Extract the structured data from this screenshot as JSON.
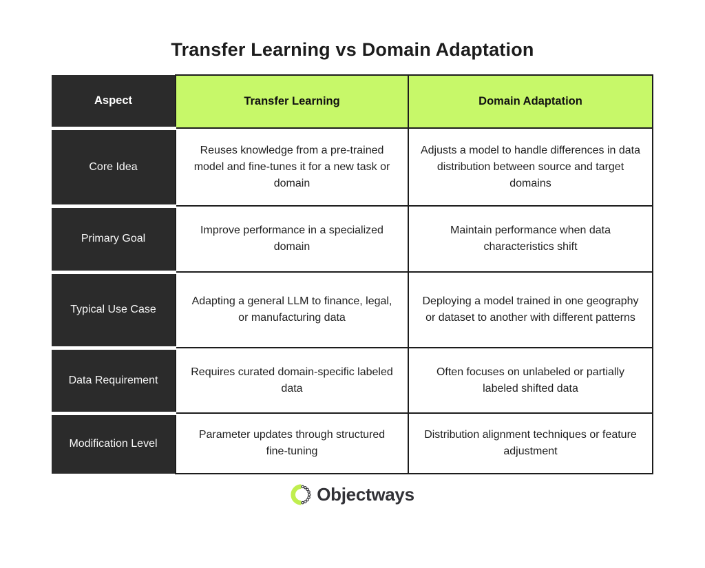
{
  "title": "Transfer Learning vs Domain Adaptation",
  "table": {
    "columns": [
      "Aspect",
      "Transfer Learning",
      "Domain Adaptation"
    ],
    "rows": [
      {
        "aspect": "Core Idea",
        "transfer_learning": "Reuses knowledge from a pre-trained model and fine-tunes it for a new task or domain",
        "domain_adaptation": "Adjusts a model to handle differences in data distribution between source and target domains"
      },
      {
        "aspect": "Primary Goal",
        "transfer_learning": "Improve performance in a specialized domain",
        "domain_adaptation": "Maintain performance when data characteristics shift"
      },
      {
        "aspect": "Typical Use Case",
        "transfer_learning": "Adapting a general LLM to finance, legal, or manufacturing data",
        "domain_adaptation": "Deploying a model trained in one geography or dataset to another with different patterns"
      },
      {
        "aspect": "Data Requirement",
        "transfer_learning": "Requires curated domain-specific labeled data",
        "domain_adaptation": "Often focuses on unlabeled or partially labeled shifted data"
      },
      {
        "aspect": "Modification Level",
        "transfer_learning": "Parameter updates through structured fine-tuning",
        "domain_adaptation": "Distribution alignment techniques or feature adjustment"
      }
    ]
  },
  "footer": {
    "brand": "Objectways"
  },
  "colors": {
    "header_green": "#c7f869",
    "aspect_dark": "#2b2b2b",
    "border_dark": "#1c1c1c",
    "logo_green": "#c0ee4f",
    "brand_text": "#323237"
  },
  "icons": {
    "brand_logo": "dotted-ring-icon"
  }
}
